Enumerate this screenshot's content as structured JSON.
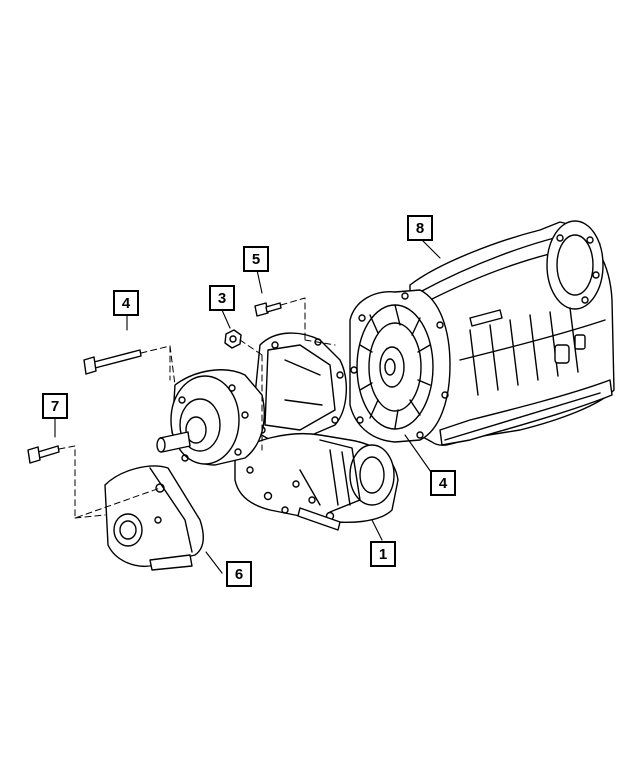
{
  "callouts": [
    {
      "id": "c8",
      "label": "8"
    },
    {
      "id": "c5",
      "label": "5"
    },
    {
      "id": "c3",
      "label": "3"
    },
    {
      "id": "c4a",
      "label": "4"
    },
    {
      "id": "c7",
      "label": "7"
    },
    {
      "id": "c4b",
      "label": "4"
    },
    {
      "id": "c1",
      "label": "1"
    },
    {
      "id": "c6",
      "label": "6"
    }
  ],
  "parts": [
    {
      "number": "1",
      "name": "transfer-case"
    },
    {
      "number": "3",
      "name": "nut"
    },
    {
      "number": "4",
      "name": "stud-bolt"
    },
    {
      "number": "5",
      "name": "bolt"
    },
    {
      "number": "6",
      "name": "bracket"
    },
    {
      "number": "7",
      "name": "bolt"
    },
    {
      "number": "8",
      "name": "transmission"
    }
  ],
  "colors": {
    "line": "#000000",
    "background": "#ffffff"
  }
}
